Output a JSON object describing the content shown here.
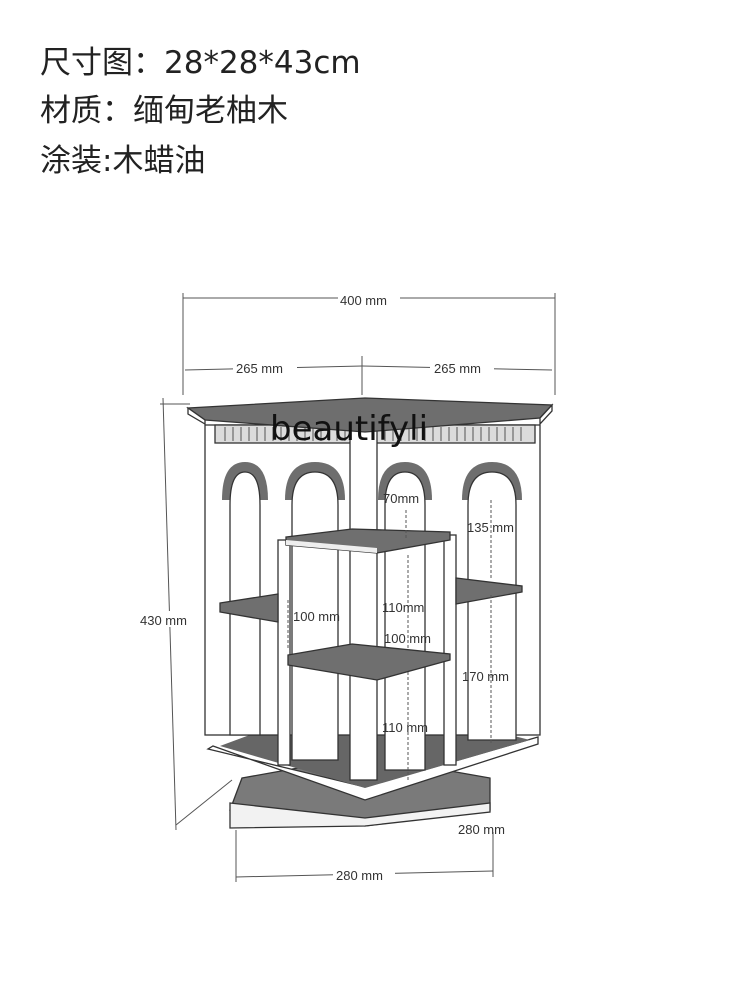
{
  "specs": {
    "size": "尺寸图：28*28*43cm",
    "material": "材质：缅甸老柚木",
    "finish": "涂装:木蜡油"
  },
  "watermark": "beautifyli",
  "dimensions": {
    "total_width": "400 mm",
    "left_width": "265 mm",
    "right_width": "265 mm",
    "height": "430 mm",
    "top_gap": "70mm",
    "right_top": "135 mm",
    "left_shelf": "100 mm",
    "mid_gap": "110mm",
    "mid_gap2": "100 mm",
    "right_bottom": "170 mm",
    "bottom_gap": "110 mm",
    "base_depth": "280 mm",
    "base_width": "280 mm"
  },
  "colors": {
    "shelf": "#6f6f6f",
    "base": "#7a7a7a",
    "wall": "#ffffff",
    "arch_fill": "#6e6e6e"
  }
}
